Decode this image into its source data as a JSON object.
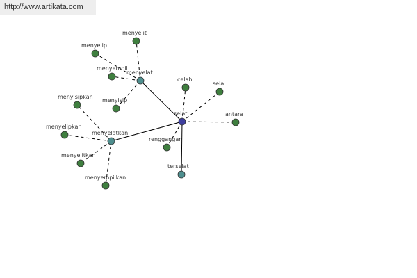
{
  "watermark": "http://www.artikata.com",
  "colors": {
    "root": "#3f3f9f",
    "intermediate": "#4f8f8f",
    "leaf": "#3f7f3f",
    "edge": "#000000"
  },
  "nodes": [
    {
      "id": "selat",
      "label": "selat",
      "kind": "root"
    },
    {
      "id": "menyelat",
      "label": "menyelat",
      "kind": "intermediate"
    },
    {
      "id": "menyelatkan",
      "label": "menyelatkan",
      "kind": "intermediate"
    },
    {
      "id": "terselat",
      "label": "terselat",
      "kind": "intermediate"
    },
    {
      "id": "celah",
      "label": "celah",
      "kind": "leaf"
    },
    {
      "id": "sela",
      "label": "sela",
      "kind": "leaf"
    },
    {
      "id": "antara",
      "label": "antara",
      "kind": "leaf"
    },
    {
      "id": "renggangan",
      "label": "renggangan",
      "kind": "leaf"
    },
    {
      "id": "menyelit",
      "label": "menyelit",
      "kind": "leaf"
    },
    {
      "id": "menyelip",
      "label": "menyelip",
      "kind": "leaf"
    },
    {
      "id": "menyempil",
      "label": "menyempil",
      "kind": "leaf"
    },
    {
      "id": "menyisip",
      "label": "menyisip",
      "kind": "leaf"
    },
    {
      "id": "menyisipkan",
      "label": "menyisipkan",
      "kind": "leaf"
    },
    {
      "id": "menyelipkan",
      "label": "menyelipkan",
      "kind": "leaf"
    },
    {
      "id": "menyelitkan",
      "label": "menyelitkan",
      "kind": "leaf"
    },
    {
      "id": "menyempilkan",
      "label": "menyempilkan",
      "kind": "leaf"
    }
  ],
  "edges": [
    {
      "from": "selat",
      "to": "menyelat",
      "style": "solid"
    },
    {
      "from": "selat",
      "to": "menyelatkan",
      "style": "solid"
    },
    {
      "from": "selat",
      "to": "terselat",
      "style": "solid"
    },
    {
      "from": "selat",
      "to": "celah",
      "style": "dashed"
    },
    {
      "from": "selat",
      "to": "sela",
      "style": "dashed"
    },
    {
      "from": "selat",
      "to": "antara",
      "style": "dashed"
    },
    {
      "from": "selat",
      "to": "renggangan",
      "style": "dashed"
    },
    {
      "from": "menyelat",
      "to": "menyelit",
      "style": "dashed"
    },
    {
      "from": "menyelat",
      "to": "menyelip",
      "style": "dashed"
    },
    {
      "from": "menyelat",
      "to": "menyempil",
      "style": "dashed"
    },
    {
      "from": "menyelat",
      "to": "menyisip",
      "style": "dashed"
    },
    {
      "from": "menyelatkan",
      "to": "menyisipkan",
      "style": "dashed"
    },
    {
      "from": "menyelatkan",
      "to": "menyelipkan",
      "style": "dashed"
    },
    {
      "from": "menyelatkan",
      "to": "menyelitkan",
      "style": "dashed"
    },
    {
      "from": "menyelatkan",
      "to": "menyempilkan",
      "style": "dashed"
    }
  ]
}
